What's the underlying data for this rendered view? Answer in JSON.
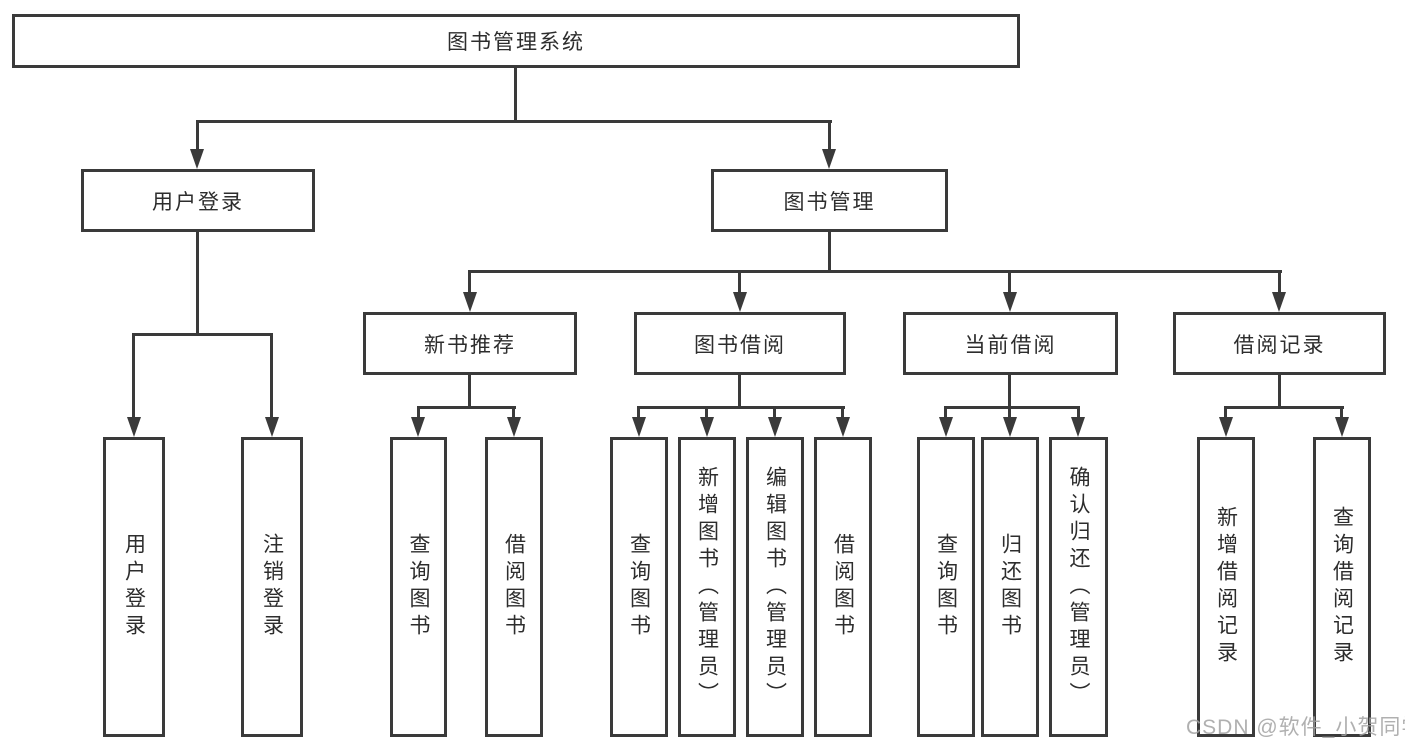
{
  "diagram": {
    "type": "hierarchy-tree",
    "title": "图书管理系统",
    "watermark": "CSDN @软件_小贺同学",
    "colors": {
      "line": "#3a3a3a",
      "box_border": "#3a3a3a",
      "text": "#2d2d2d",
      "background": "#ffffff",
      "watermark": "#a2a2a2"
    },
    "tree": {
      "root": "图书管理系统",
      "branches": [
        {
          "label": "用户登录",
          "leaves": [
            "用户登录",
            "注销登录"
          ]
        },
        {
          "label": "图书管理",
          "groups": [
            {
              "label": "新书推荐",
              "leaves": [
                "查询图书",
                "借阅图书"
              ]
            },
            {
              "label": "图书借阅",
              "leaves": [
                "查询图书",
                "新增图书（管理员）",
                "编辑图书（管理员）",
                "借阅图书"
              ]
            },
            {
              "label": "当前借阅",
              "leaves": [
                "查询图书",
                "归还图书",
                "确认归还（管理员）"
              ]
            },
            {
              "label": "借阅记录",
              "leaves": [
                "新增借阅记录",
                "查询借阅记录"
              ]
            }
          ]
        }
      ]
    }
  }
}
